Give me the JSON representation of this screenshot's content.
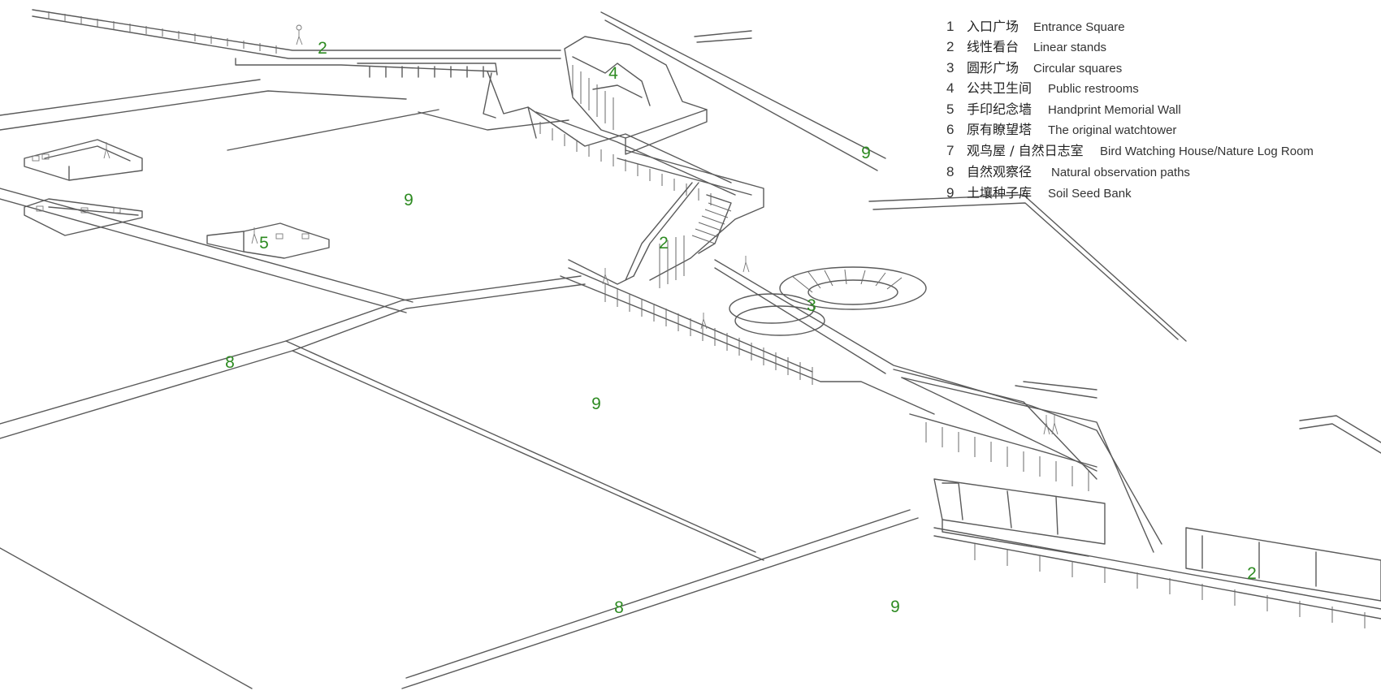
{
  "legend": [
    {
      "num": "1",
      "zh": "入口广场",
      "en": "Entrance Square"
    },
    {
      "num": "2",
      "zh": "线性看台",
      "en": "Linear stands"
    },
    {
      "num": "3",
      "zh": "圆形广场",
      "en": "Circular squares"
    },
    {
      "num": "4",
      "zh": "公共卫生间",
      "en": "Public restrooms"
    },
    {
      "num": "5",
      "zh": "手印纪念墙",
      "en": "Handprint Memorial Wall"
    },
    {
      "num": "6",
      "zh": "原有瞭望塔",
      "en": "The original watchtower"
    },
    {
      "num": "7",
      "zh": "观鸟屋 / 自然日志室",
      "en": "Bird Watching House/Nature Log Room"
    },
    {
      "num": "8",
      "zh": "自然观察径",
      "en": "Natural observation paths"
    },
    {
      "num": "9",
      "zh": "土壤种子库",
      "en": "Soil Seed Bank"
    }
  ],
  "plan_labels": [
    "2",
    "4",
    "9",
    "9",
    "5",
    "2",
    "3",
    "8",
    "9",
    "8",
    "9",
    "2"
  ],
  "colors": {
    "label": "#2e8b22",
    "line": "#5a5a5a",
    "background": "#ffffff"
  }
}
